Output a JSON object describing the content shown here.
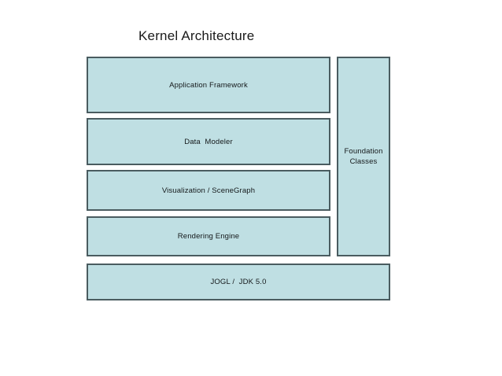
{
  "slide": {
    "title": "Kernel Architecture",
    "background_color": "#ffffff",
    "box_fill_color": "#bfdfe3",
    "box_border_color": "#4a5c60",
    "text_color": "#14181a"
  },
  "layers": {
    "application_framework": "Application Framework",
    "data_modeler": "Data  Modeler",
    "visualization_scenegraph": "Visualization / SceneGraph",
    "rendering_engine": "Rendering Engine",
    "foundation_classes": "Foundation\nClasses",
    "platform": "JOGL /  JDK 5.0"
  }
}
